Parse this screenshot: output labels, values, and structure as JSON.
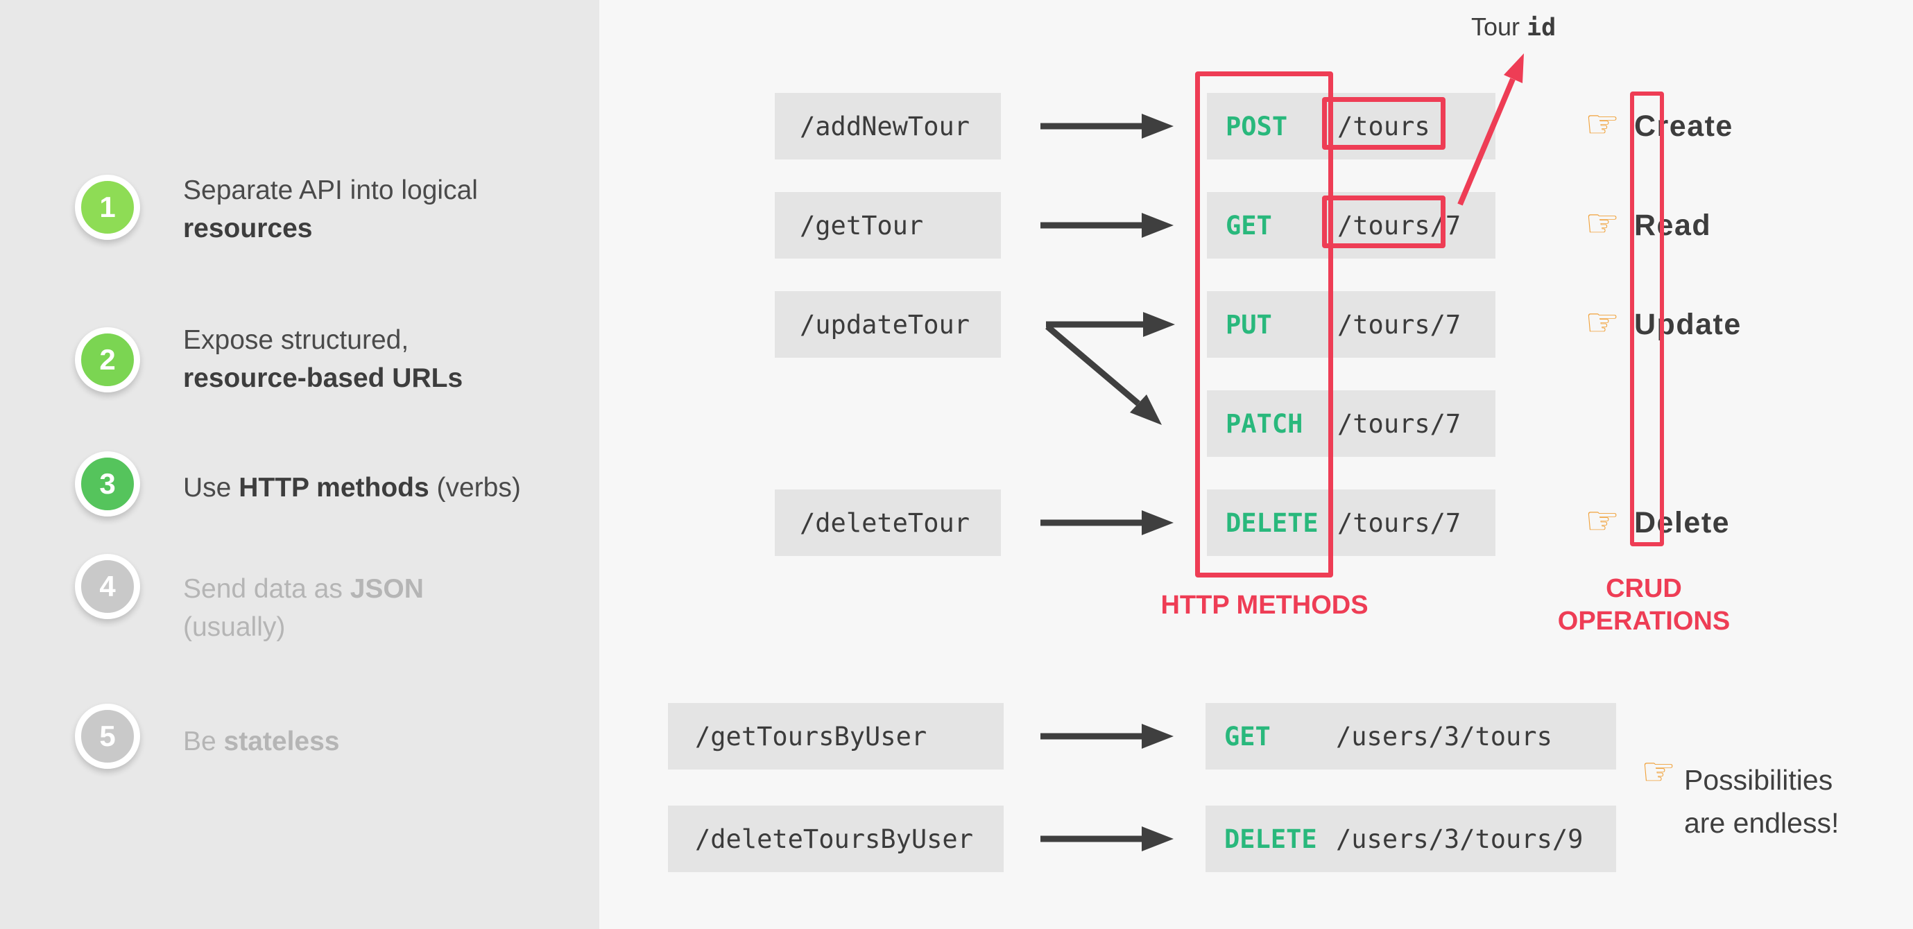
{
  "colors": {
    "panel_bg": "#e8e8e8",
    "canvas_bg": "#f7f7f7",
    "box_bg": "#e4e4e4",
    "text_dark": "#3d3d3d",
    "text_muted": "#b5b5b5",
    "method_green": "#29b87c",
    "annotation_red": "#ee3d55",
    "arrow_dark": "#3f3f3f",
    "step1_green": "#8edc55",
    "step2_green": "#7bd552",
    "step3_green": "#55c45c",
    "step_inactive_gray": "#c9c9c9",
    "hand_yellow": "#f0a23c"
  },
  "icons": {
    "hand_pointer": "☞"
  },
  "sidebar": {
    "items": [
      {
        "number": "1",
        "lines": [
          {
            "pre": "Separate API into logical",
            "bold": "",
            "post": ""
          },
          {
            "pre": "",
            "bold": "resources",
            "post": ""
          }
        ]
      },
      {
        "number": "2",
        "lines": [
          {
            "pre": "Expose structured,",
            "bold": "",
            "post": ""
          },
          {
            "pre": "",
            "bold": "resource-based URLs",
            "post": ""
          }
        ]
      },
      {
        "number": "3",
        "lines": [
          {
            "pre": "Use ",
            "bold": "HTTP methods",
            "post": " (verbs)"
          }
        ]
      },
      {
        "number": "4",
        "lines": [
          {
            "pre": "Send data as ",
            "bold": "JSON",
            "post": ""
          },
          {
            "pre": "(usually)",
            "bold": "",
            "post": ""
          }
        ]
      },
      {
        "number": "5",
        "lines": [
          {
            "pre": "Be ",
            "bold": "stateless",
            "post": ""
          }
        ]
      }
    ]
  },
  "diagram": {
    "tour_id_label": {
      "text_sans": "Tour ",
      "text_mono": "id"
    },
    "rows": [
      {
        "endpoint": "/addNewTour",
        "method": "POST",
        "url": "/tours",
        "crud": "Create"
      },
      {
        "endpoint": "/getTour",
        "method": "GET",
        "url": "/tours/7",
        "crud": "Read"
      },
      {
        "endpoint": "/updateTour",
        "method": "PUT",
        "url": "/tours/7",
        "crud": "Update"
      },
      {
        "endpoint": "",
        "method": "PATCH",
        "url": "/tours/7",
        "crud": ""
      },
      {
        "endpoint": "/deleteTour",
        "method": "DELETE",
        "url": "/tours/7",
        "crud": "Delete"
      }
    ],
    "labels": {
      "http_methods": "HTTP METHODS",
      "crud_operations_line1": "CRUD",
      "crud_operations_line2": "OPERATIONS"
    },
    "bottom_rows": [
      {
        "endpoint": "/getToursByUser",
        "method": "GET",
        "url": "/users/3/tours"
      },
      {
        "endpoint": "/deleteToursByUser",
        "method": "DELETE",
        "url": "/users/3/tours/9"
      }
    ],
    "note": {
      "line1": "Possibilities",
      "line2": "are endless!"
    }
  }
}
